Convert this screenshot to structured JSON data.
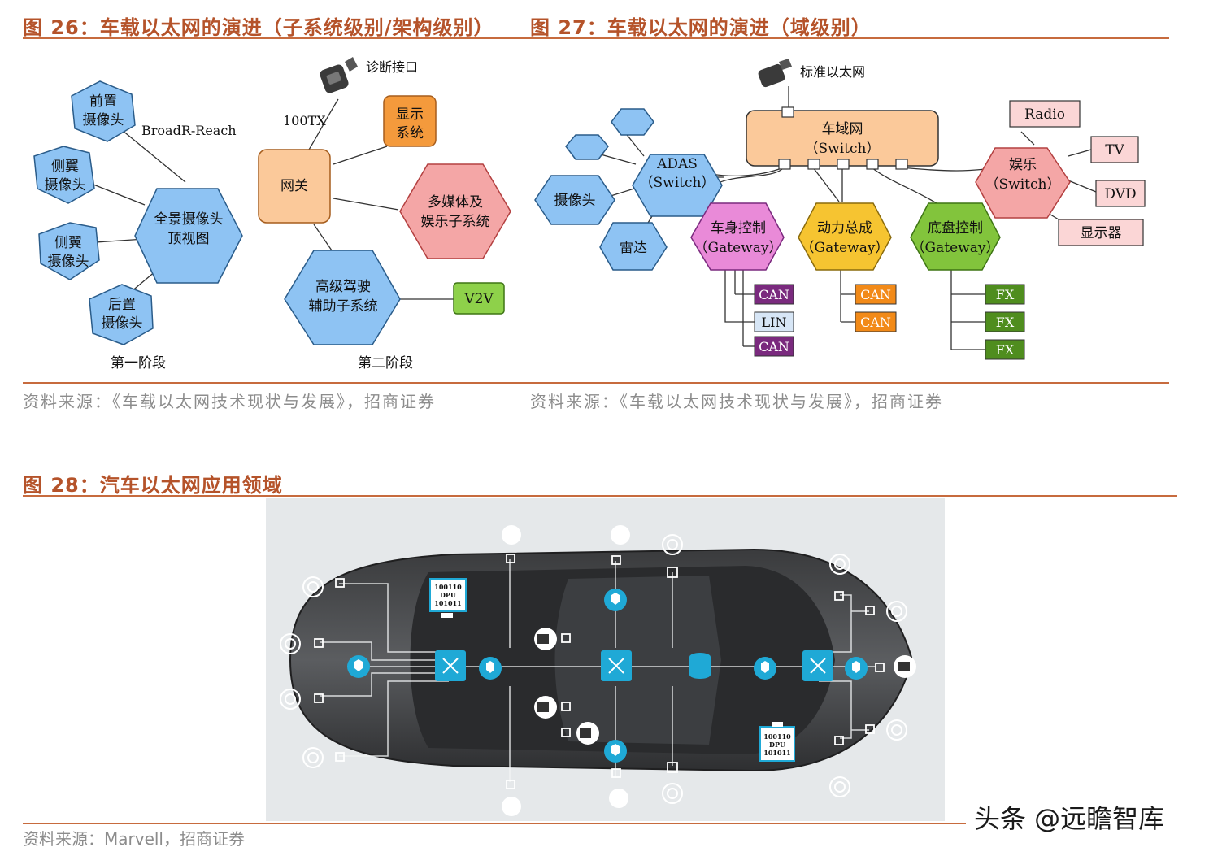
{
  "figures": {
    "fig26_title": "图 26：车载以太网的演进（子系统级别/架构级别）",
    "fig27_title": "图 27：车载以太网的演进（域级别）",
    "fig28_title": "图 28：汽车以太网应用领域",
    "source_26": "资料来源：《车载以太网技术现状与发展》，招商证券",
    "source_27": "资料来源：《车载以太网技术现状与发展》，招商证券",
    "source_28": "资料来源：Marvell，招商证券"
  },
  "diagram26": {
    "stage1": {
      "label": "第一阶段",
      "link_label": "BroadR-Reach",
      "center": "全景摄像头顶视图",
      "center_line1": "全景摄像头",
      "center_line2": "顶视图",
      "cameras": [
        {
          "line1": "前置",
          "line2": "摄像头"
        },
        {
          "line1": "侧翼",
          "line2": "摄像头"
        },
        {
          "line1": "侧翼",
          "line2": "摄像头"
        },
        {
          "line1": "后置",
          "line2": "摄像头"
        }
      ]
    },
    "stage2": {
      "label": "第二阶段",
      "diag_port": "诊断接口",
      "link_label": "100TX",
      "gateway": "网关",
      "display_line1": "显示",
      "display_line2": "系统",
      "media_line1": "多媒体及",
      "media_line2": "娱乐子系统",
      "adas_line1": "高级驾驶",
      "adas_line2": "辅助子系统",
      "v2v": "V2V"
    }
  },
  "diagram27": {
    "std_ethernet": "标准以太网",
    "domain_line1": "车域网",
    "domain_line2": "（Switch）",
    "adas_line1": "ADAS",
    "adas_line2": "（Switch）",
    "camera": "摄像头",
    "radar": "雷达",
    "body_line1": "车身控制",
    "body_line2": "（Gateway）",
    "power_line1": "动力总成",
    "power_line2": "（Gateway）",
    "chassis_line1": "底盘控制",
    "chassis_line2": "（Gateway）",
    "ent_line1": "娱乐",
    "ent_line2": "（Switch）",
    "ent_outputs": [
      "Radio",
      "TV",
      "DVD",
      "显示器"
    ],
    "body_buses": [
      "CAN",
      "LIN",
      "CAN"
    ],
    "power_buses": [
      "CAN",
      "CAN"
    ],
    "chassis_buses": [
      "FX",
      "FX",
      "FX"
    ]
  },
  "diagram28": {
    "dpu_top": [
      "100110",
      "DPU",
      "101011"
    ],
    "dpu_bottom": [
      "100110",
      "DPU",
      "101011"
    ]
  },
  "watermark": "头条 @远瞻智库",
  "colors": {
    "title": "#b5532a",
    "rule": "#c76b3e",
    "blue_node": "#8ec3f3",
    "orange_node": "#fbc99a",
    "pink_node": "#f4a6a6",
    "lime": "#8ed14a",
    "magenta": "#e98ad8",
    "gold": "#f6c431",
    "green": "#82c43c",
    "purple": "#7a2a7e",
    "dark_orange": "#f28a18",
    "dark_green": "#4f8d1e",
    "cyan": "#1fa9d6"
  }
}
